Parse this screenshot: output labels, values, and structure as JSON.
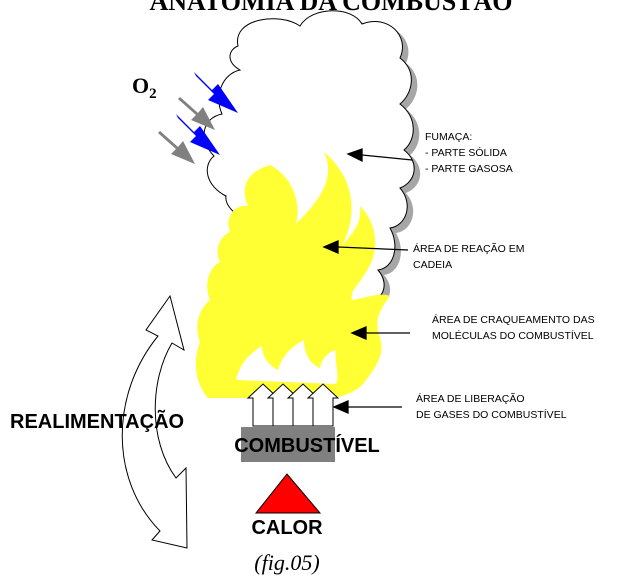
{
  "title": "ANATOMIA DA COMBUSTÃO",
  "oxygen_label": {
    "base": "O",
    "subscript": "2"
  },
  "labels": {
    "fumaca": [
      "FUMAÇA:",
      "- PARTE SÓLIDA",
      "- PARTE GASOSA"
    ],
    "reacao": [
      "ÁREA DE REAÇÃO EM",
      "CADEIA"
    ],
    "craqueamento": [
      "ÁREA DE CRAQUEAMENTO DAS",
      "MOLÉCULAS DO COMBUSTÍVEL"
    ],
    "liberacao": [
      "ÁREA DE LIBERAÇÃO",
      "DE GASES DO COMBUSTÍVEL"
    ]
  },
  "realimentacao": "REALIMENTAÇÃO",
  "combustivel": "COMBUSTÍVEL",
  "calor": "CALOR",
  "caption": "(fig.05)",
  "colors": {
    "flame": "#ffff33",
    "o2_arrow": "#0000ff",
    "o2_arrow_shadow": "#808080",
    "smoke_shadow": "#a6a6a6",
    "fuel_block": "#808080",
    "heat_triangle": "#ff0000"
  }
}
